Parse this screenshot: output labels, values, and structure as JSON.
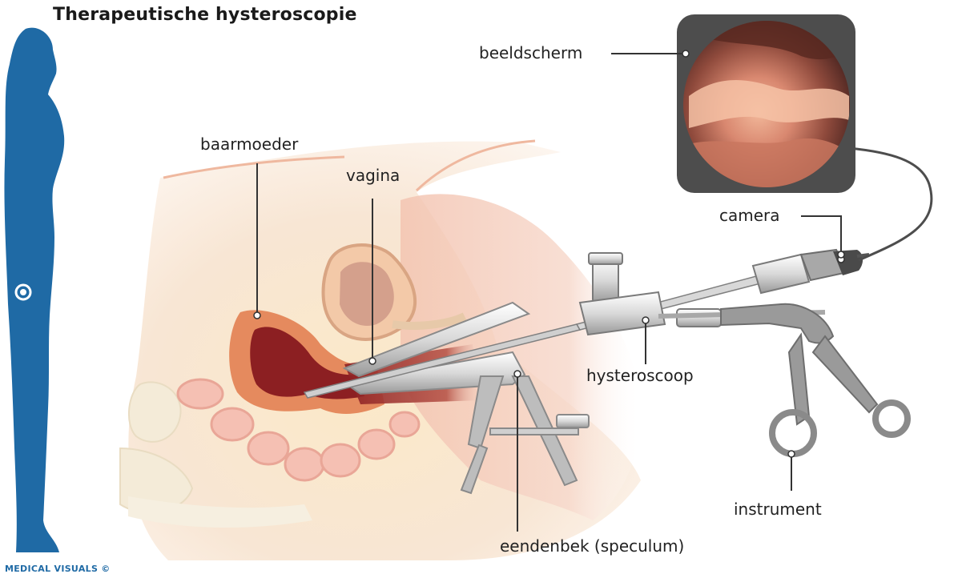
{
  "title": "Therapeutische hysteroscopie",
  "credit": "MEDICAL VISUALS ©",
  "labels": {
    "baarmoeder": "baarmoeder",
    "vagina": "vagina",
    "beeldscherm": "beeldscherm",
    "camera": "camera",
    "hysteroscoop": "hysteroscoop",
    "instrument": "instrument",
    "eendenbek": "eendenbek (speculum)"
  },
  "colors": {
    "silhouette": "#1f6aa5",
    "uterus_outer": "#e58a5e",
    "uterus_inner": "#8c1f22",
    "skin": "#f7e3c9",
    "monitor_frame": "#4d4d4d",
    "instrument_metal": "#9a9a9a"
  }
}
